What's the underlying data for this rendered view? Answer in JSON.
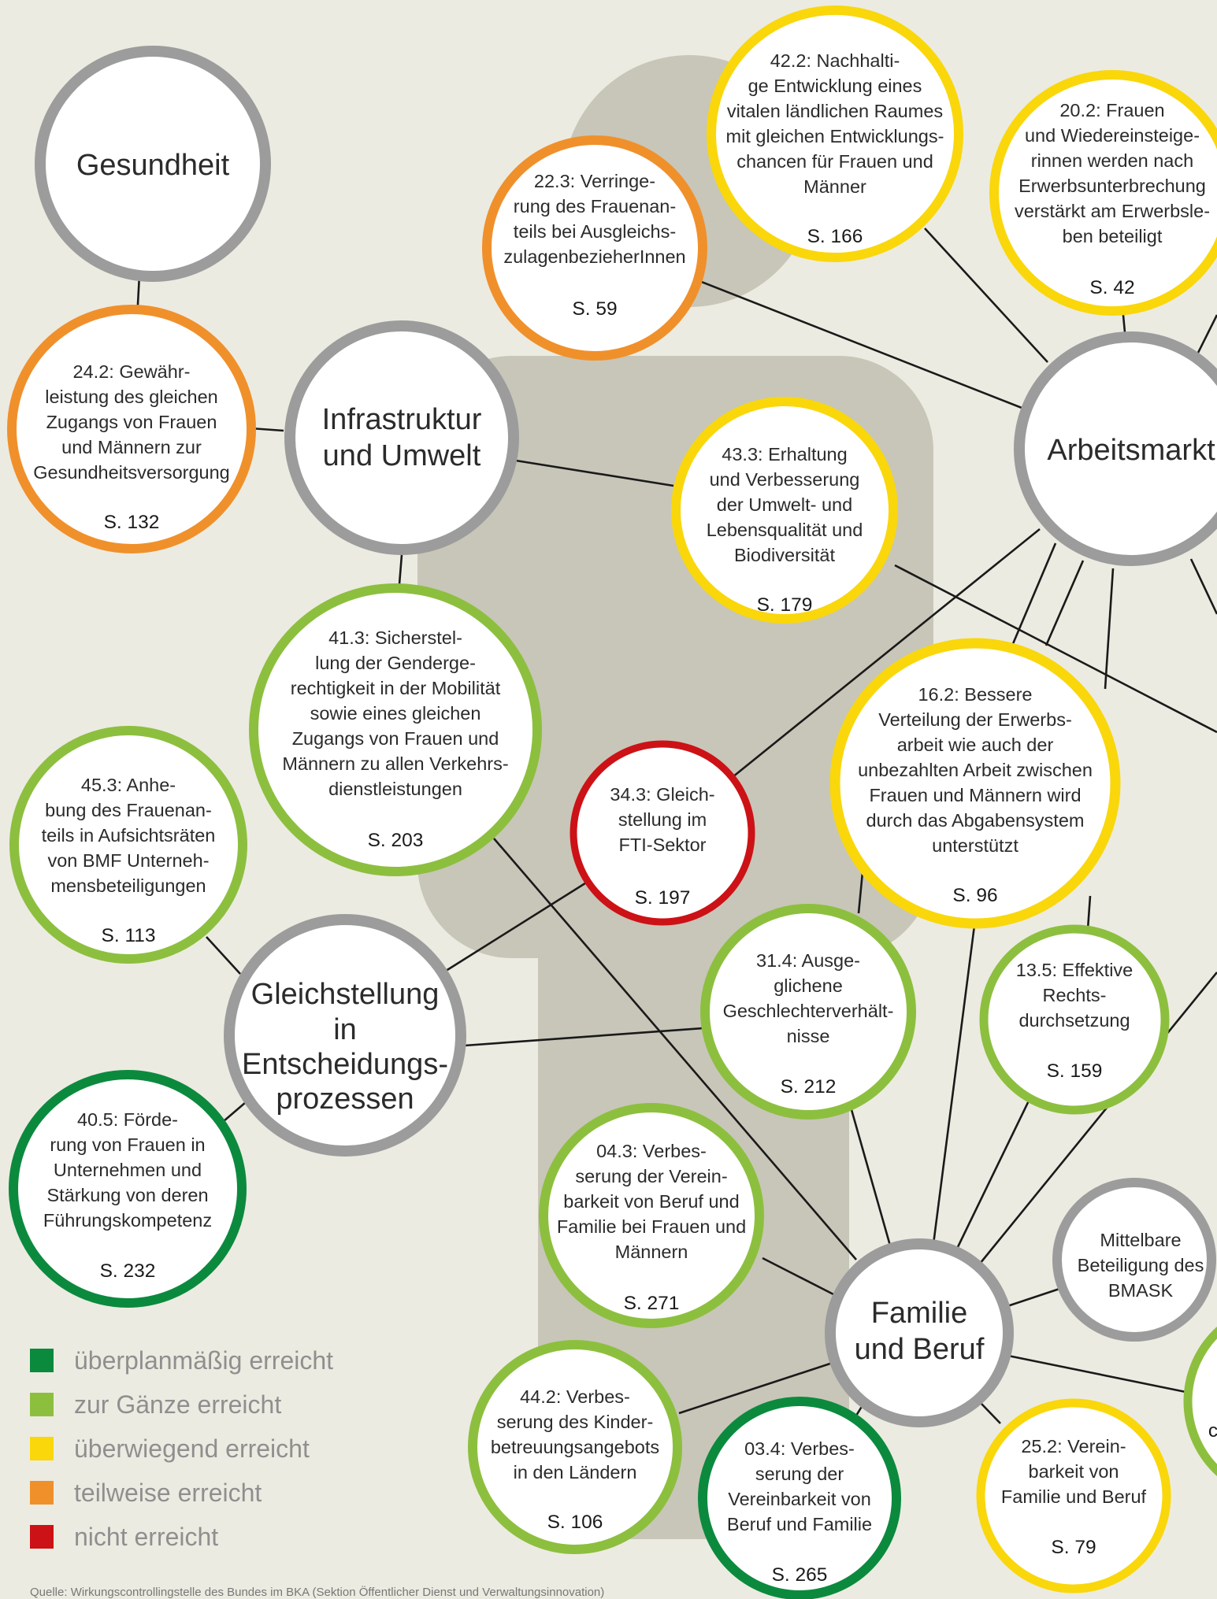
{
  "colors": {
    "background": "#ecebe1",
    "silhouette": "#c8c6b8",
    "hub": "#9c9c9c",
    "ueberplanmaessig": "#0b8a3e",
    "zur_gaenze": "#8dbf3f",
    "ueberwiegend": "#f9d70b",
    "teilweise": "#f0902b",
    "nicht": "#cc1216"
  },
  "hubs": {
    "gesundheit": "Gesundheit",
    "infrastruktur": [
      "Infrastruktur",
      "und Umwelt"
    ],
    "arbeitsmarkt": "Arbeitsmarkt",
    "gleichstellung": [
      "Gleichstellung",
      "in",
      "Entscheidungs-",
      "prozessen"
    ],
    "familie": [
      "Familie",
      "und Beruf"
    ],
    "mittelbare": [
      "Mittelbare",
      "Beteiligung des",
      "BMASK"
    ]
  },
  "goals": {
    "g42_2": {
      "lines": [
        "42.2: Nachhalti-",
        "ge Entwicklung eines",
        "vitalen ländlichen Raumes",
        "mit gleichen Entwicklungs-",
        "chancen für Frauen und",
        "Männer"
      ],
      "page": "S. 166",
      "status": "ueberwiegend"
    },
    "g20_2": {
      "lines": [
        "20.2: Frauen",
        "und Wiedereinsteige-",
        "rinnen werden nach",
        "Erwerbsunterbrechung",
        "verstärkt am Erwerbsle-",
        "ben beteiligt"
      ],
      "page": "S. 42",
      "status": "ueberwiegend"
    },
    "g22_3": {
      "lines": [
        "22.3: Verringe-",
        "rung des Frauenan-",
        "teils bei Ausgleichs-",
        "zulagenbezieherInnen"
      ],
      "page": "S. 59",
      "status": "teilweise"
    },
    "g24_2": {
      "lines": [
        "24.2: Gewähr-",
        "leistung des gleichen",
        "Zugangs von Frauen",
        "und Männern zur",
        "Gesundheitsversorgung"
      ],
      "page": "S. 132",
      "status": "teilweise"
    },
    "g43_3": {
      "lines": [
        "43.3: Erhaltung",
        "und Verbesserung",
        "der Umwelt- und",
        "Lebensqualität und",
        "Biodiversität"
      ],
      "page": "S. 179",
      "status": "ueberwiegend"
    },
    "g41_3": {
      "lines": [
        "41.3: Sicherstel-",
        "lung der Gendergе-",
        "rechtigkeit in der Mobilität",
        "sowie eines gleichen",
        "Zugangs von Frauen und",
        "Männern zu allen Verkehrs-",
        "dienstleistungen"
      ],
      "page": "S. 203",
      "status": "zur_gaenze"
    },
    "g16_2": {
      "lines": [
        "16.2: Bessere",
        "Verteilung der Erwerbs-",
        "arbeit wie auch der",
        "unbezahlten Arbeit zwischen",
        "Frauen und Männern wird",
        "durch das Abgabensystem",
        "unterstützt"
      ],
      "page": "S. 96",
      "status": "ueberwiegend"
    },
    "g45_3": {
      "lines": [
        "45.3: Anhe-",
        "bung des Frauenan-",
        "teils in Aufsichtsräten",
        "von BMF Unterneh-",
        "mensbeteiligungen"
      ],
      "page": "S. 113",
      "status": "zur_gaenze"
    },
    "g34_3": {
      "lines": [
        "34.3: Gleich-",
        "stellung im",
        "FTI-Sektor"
      ],
      "page": "S. 197",
      "status": "nicht"
    },
    "g31_4": {
      "lines": [
        "31.4: Ausge-",
        "glichene",
        "Geschlechterverhält-",
        "nisse"
      ],
      "page": "S. 212",
      "status": "zur_gaenze"
    },
    "g13_5": {
      "lines": [
        "13.5: Effektive",
        "Rechts-",
        "durchsetzung"
      ],
      "page": "S. 159",
      "status": "zur_gaenze"
    },
    "g40_5": {
      "lines": [
        "40.5: Förde-",
        "rung von Frauen in",
        "Unternehmen und",
        "Stärkung von deren",
        "Führungskompetenz"
      ],
      "page": "S. 232",
      "status": "ueberplanmaessig"
    },
    "g04_3": {
      "lines": [
        "04.3: Verbes-",
        "serung der Verein-",
        "barkeit von Beruf und",
        "Familie bei Frauen und",
        "Männern"
      ],
      "page": "S. 271",
      "status": "zur_gaenze"
    },
    "g44_2": {
      "lines": [
        "44.2: Verbes-",
        "serung des Kinder-",
        "betreuungsangebots",
        "in den Ländern"
      ],
      "page": "S. 106",
      "status": "zur_gaenze"
    },
    "g03_4": {
      "lines": [
        "03.4: Verbes-",
        "serung der",
        "Vereinbarkeit von",
        "Beruf und Familie"
      ],
      "page": "S. 265",
      "status": "ueberplanmaessig"
    },
    "g25_2": {
      "lines": [
        "25.2: Verein-",
        "barkeit von",
        "Familie und Beruf"
      ],
      "page": "S. 79",
      "status": "ueberwiegend"
    }
  },
  "legend": [
    {
      "label": "überplanmäßig erreicht",
      "color": "#0b8a3e"
    },
    {
      "label": "zur Gänze erreicht",
      "color": "#8dbf3f"
    },
    {
      "label": "überwiegend erreicht",
      "color": "#f9d70b"
    },
    {
      "label": "teilweise erreicht",
      "color": "#f0902b"
    },
    {
      "label": "nicht erreicht",
      "color": "#cc1216"
    }
  ],
  "source": "Quelle: Wirkungscontrollingstelle des Bundes im BKA (Sektion Öffentlicher Dienst und Verwaltungsinnovation)"
}
